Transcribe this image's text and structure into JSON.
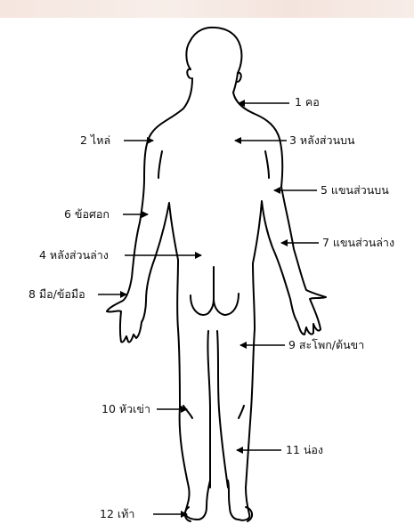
{
  "labels": [
    {
      "id": "neck",
      "text": "1 คอ"
    },
    {
      "id": "shoulder",
      "text": "2 ไหล่"
    },
    {
      "id": "upper-back",
      "text": "3 หลังส่วนบน"
    },
    {
      "id": "lower-back",
      "text": "4 หลังส่วนล่าง"
    },
    {
      "id": "upper-arm",
      "text": "5 แขนส่วนบน"
    },
    {
      "id": "elbow",
      "text": "6 ข้อศอก"
    },
    {
      "id": "lower-arm",
      "text": "7 แขนส่วนล่าง"
    },
    {
      "id": "hand-wrist",
      "text": "8 มือ/ข้อมือ"
    },
    {
      "id": "hip-thigh",
      "text": "9 สะโพก/ต้นขา"
    },
    {
      "id": "knee",
      "text": "10 หัวเข่า"
    },
    {
      "id": "calf",
      "text": "11 น่อง"
    },
    {
      "id": "foot",
      "text": "12 เท้า"
    }
  ],
  "colors": {
    "outline": "#000000",
    "text": "#111111",
    "background": "#ffffff"
  }
}
